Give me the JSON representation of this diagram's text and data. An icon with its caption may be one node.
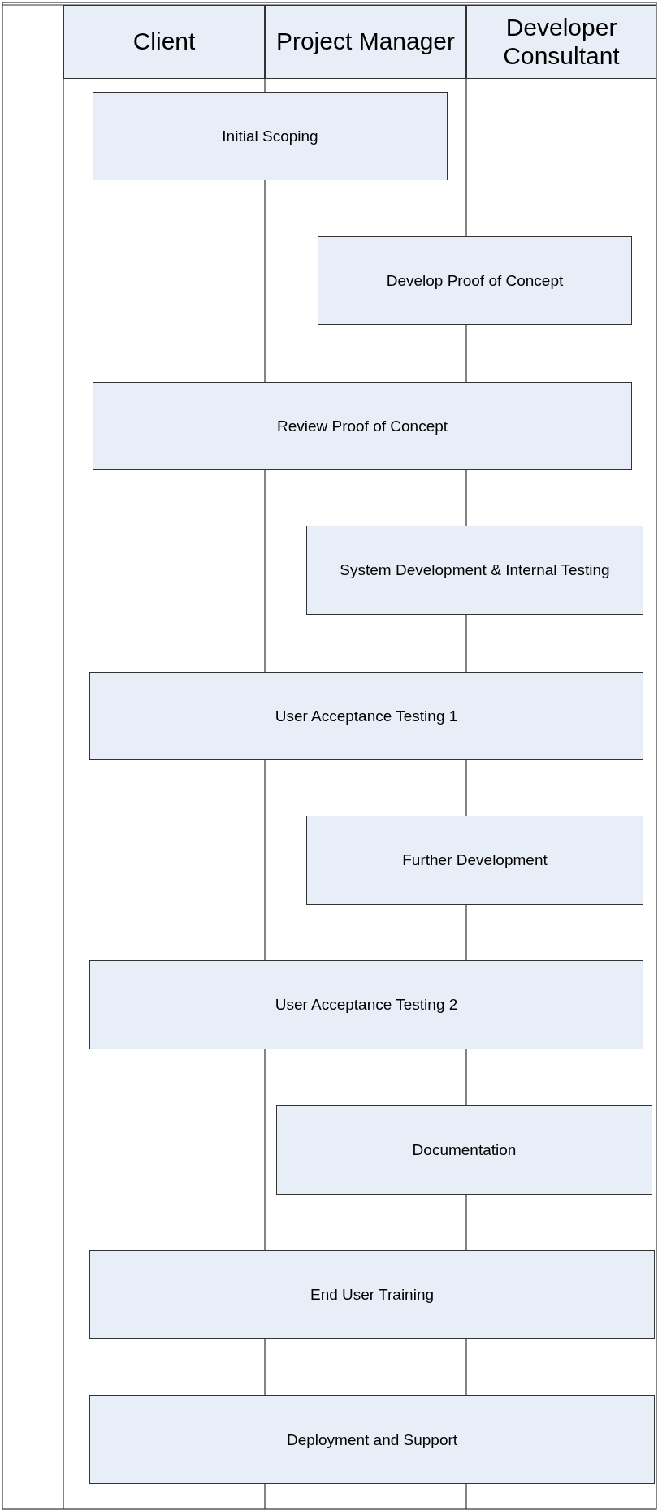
{
  "diagram": {
    "nodes": [
      {
        "text": [
          "Client"
        ]
      },
      {
        "text": [
          "Project Manager"
        ]
      },
      {
        "text": [
          "Developer Consultant"
        ]
      },
      {
        "text": [
          "Initial Scoping"
        ]
      },
      {
        "text": [
          "Develop Proof of Concept"
        ]
      },
      {
        "text": [
          "Review Proof of Concept"
        ]
      },
      {
        "text": [
          "System Development & Internal Testing"
        ]
      },
      {
        "text": [
          "User Acceptance Testing 1"
        ]
      },
      {
        "text": [
          "Further Development"
        ]
      },
      {
        "text": [
          "User Acceptance Testing 2"
        ]
      },
      {
        "text": [
          "Documentation"
        ]
      },
      {
        "text": [
          "End User Training"
        ]
      },
      {
        "text": [
          "Deployment and Support"
        ]
      }
    ]
  }
}
